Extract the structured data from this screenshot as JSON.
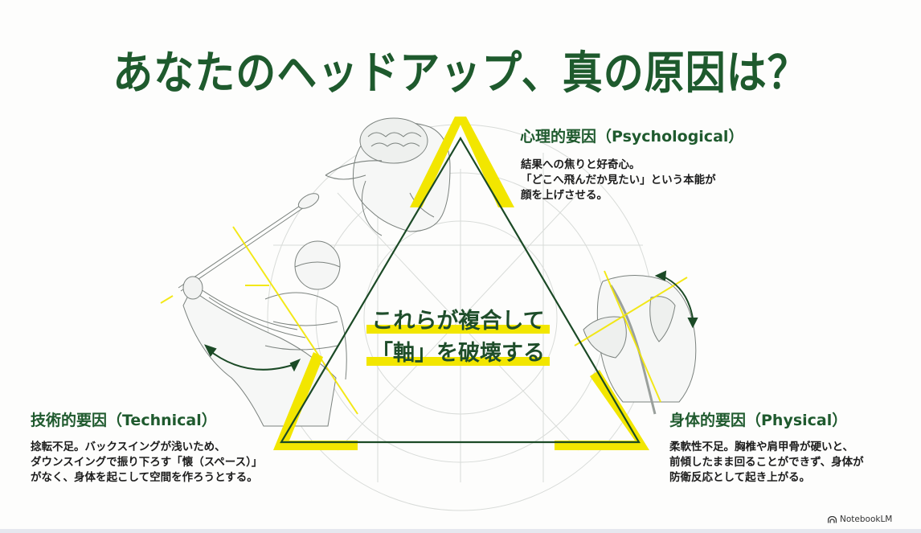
{
  "title": "あなたのヘッドアップ、真の原因は？",
  "center": {
    "line1": "これらが複合して",
    "line2": "「軸」を破壊する"
  },
  "factors": {
    "psychological": {
      "title": "心理的要因（Psychological）",
      "lines": [
        "結果への焦りと好奇心。",
        "「どこへ飛んだか見たい」という本能が",
        "顔を上げさせる。"
      ],
      "illustration": "brain-head-with-cap"
    },
    "technical": {
      "title": "技術的要因（Technical）",
      "lines": [
        "捻転不足。バックスイングが浅いため、",
        "ダウンスイングで振り下ろす「懐（スペース）」",
        "がなく、身体を起こして空間を作ろうとする。"
      ],
      "illustration": "golfer-backswing"
    },
    "physical": {
      "title": "身体的要因（Physical）",
      "lines": [
        "柔軟性不足。胸椎や肩甲骨が硬いと、",
        "前傾したまま回ることができず、身体が",
        "防衛反応として起き上がる。"
      ],
      "illustration": "spine-and-shoulder-blades"
    }
  },
  "brand": {
    "label": "NotebookLM",
    "icon": "notebooklm-logo-icon"
  },
  "colors": {
    "title_green": "#1e5a2d",
    "triangle_dark": "#1b4a26",
    "highlight_yellow": "#f2e600",
    "sketch_gray": "#9aa09c",
    "background": "#fdfdfc"
  }
}
